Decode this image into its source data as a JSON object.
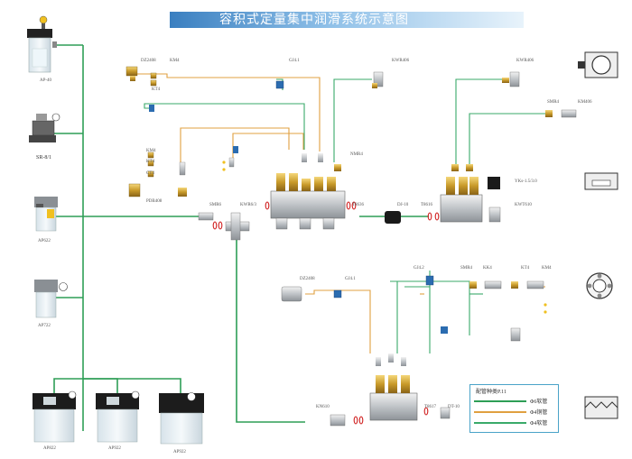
{
  "title": "容积式定量集中润滑系统示意图",
  "colors": {
    "main_pipe": "#2e9e56",
    "copper_pipe": "#e0a040",
    "green_pipe": "#3aaa6a",
    "title_bar": "#3a7fc0",
    "legend_border": "#4aa3c8"
  },
  "pumps": {
    "p1": "AP-40",
    "p2": "SR-8/1",
    "p3": "AP622",
    "p4": "AP722",
    "p5": "AP822",
    "p6": "AP922",
    "p7": "AP922"
  },
  "parts": {
    "dz2408_a": "DZ2408",
    "km4_a": "KM4",
    "kt4_a": "KT4",
    "gj41_a": "GJ4.1",
    "kwr406_a": "KWR406",
    "kwr406_b": "KWR406",
    "smr4_a": "SMR4",
    "km406": "KM406",
    "km4_b": "KM4",
    "kt4_b": "KT4",
    "ct4": "CT4",
    "pdb408": "PDB408",
    "smr6": "SMR6",
    "kwr6": "KWR6/3",
    "nmr4": "NMR4",
    "t8636": "T8636",
    "dj10": "DJ-10",
    "t8616": "T8616",
    "yks": "YKs-1.5/3.0",
    "kwt610": "KWT610",
    "dz2408_b": "DZ2408",
    "gj41_b": "GJ4.1",
    "gj42": "GJ4.2",
    "smr4_b": "SMR4",
    "kk4": "KK4",
    "kt4_c": "KT4",
    "km4_c": "KM4",
    "kn610": "KN610",
    "t8617": "T8617",
    "dt10": "DT-10"
  },
  "legend": {
    "title": "配管种类P.11",
    "items": [
      {
        "label": "Φ6软管",
        "color": "#2e9e56"
      },
      {
        "label": "Φ4铜管",
        "color": "#e0a040"
      },
      {
        "label": "Φ4软管",
        "color": "#3aaa6a"
      }
    ]
  },
  "icons": [
    "bearing-housing-icon",
    "slide-guide-icon",
    "ball-bearing-icon",
    "gear-rack-icon"
  ]
}
